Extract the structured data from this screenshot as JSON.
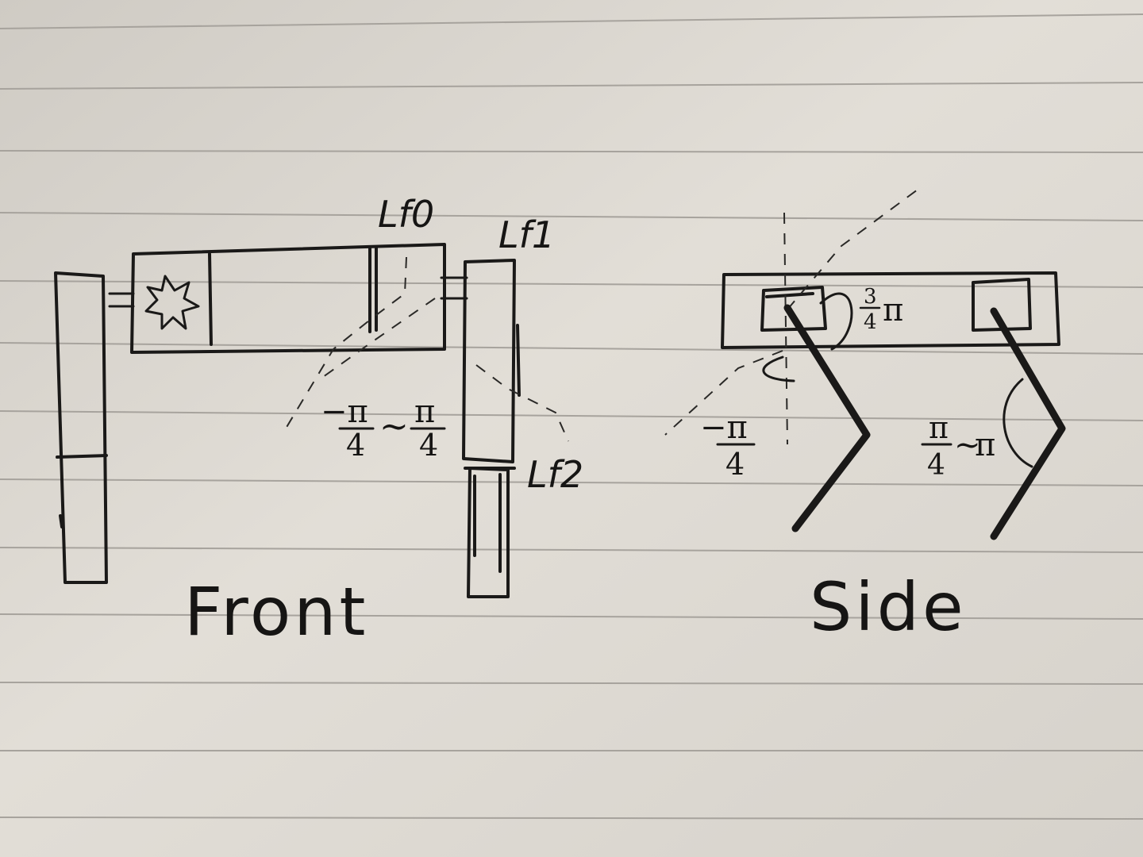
{
  "front": {
    "caption": "Front",
    "joints": {
      "lf0": "Lf0",
      "lf1": "Lf1",
      "lf2": "Lf2"
    },
    "range_label": {
      "lower_num": "−π",
      "lower_den": "4",
      "tilde": "~",
      "upper_num": "π",
      "upper_den": "4"
    }
  },
  "side": {
    "caption": "Side",
    "upper_angle": {
      "num": "3",
      "den": "4",
      "sym": "π"
    },
    "lower_angle": {
      "num": "−π",
      "den": "4"
    },
    "range_label": {
      "lower_num": "π",
      "lower_den": "4",
      "tilde": "~",
      "upper": "π"
    }
  },
  "colors": {
    "paper": "#dcd8d1",
    "rule_line": "#a7a39d",
    "ink": "#1a1918"
  }
}
